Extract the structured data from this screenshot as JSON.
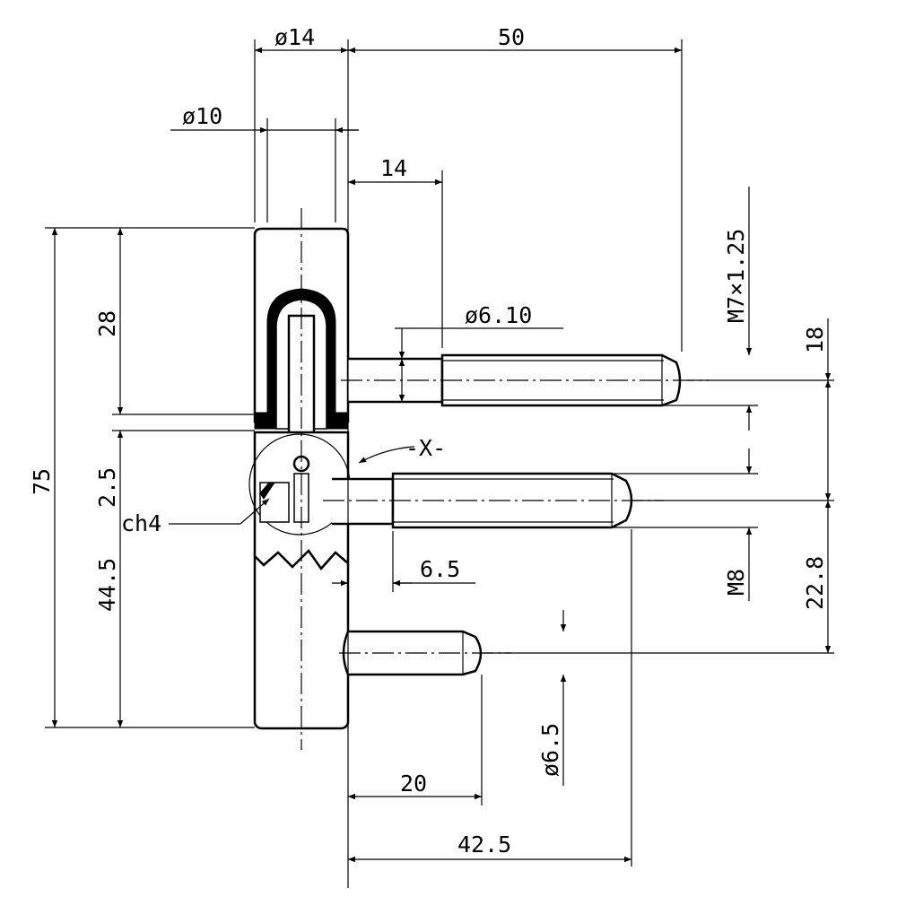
{
  "drawing": {
    "dimensions": {
      "dia14": "ø14",
      "len50": "50",
      "dia10": "ø10",
      "len14": "14",
      "dia610": "ø6.10",
      "m7": "M7×1.25",
      "len18": "18",
      "len28": "28",
      "len75": "75",
      "len25": "2.5",
      "ch4": "ch4",
      "detailX": "-X-",
      "len65": "6.5",
      "m8": "M8",
      "len228": "22.8",
      "len445": "44.5",
      "dia65": "ø6.5",
      "len20": "20",
      "len425": "42.5"
    },
    "colors": {
      "line": "#000000",
      "background": "#ffffff"
    }
  }
}
